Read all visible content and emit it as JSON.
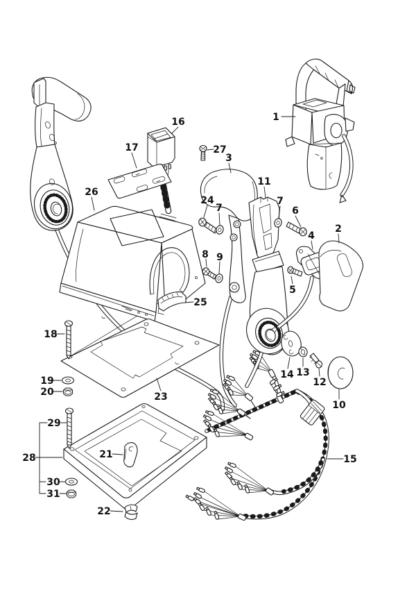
{
  "figure": {
    "kind": "exploded-parts-diagram",
    "background_color": "#ffffff",
    "line_color": "#1a1a1a",
    "label_color": "#111111"
  },
  "callouts": {
    "p1": "1",
    "p2": "2",
    "p3": "3",
    "p4": "4",
    "p5": "5",
    "p6": "6",
    "p7": "7",
    "p8": "8",
    "p9": "9",
    "p10": "10",
    "p11": "11",
    "p12": "12",
    "p13": "13",
    "p14": "14",
    "p15": "15",
    "p16": "16",
    "p17": "17",
    "p18": "18",
    "p19": "19",
    "p20": "20",
    "p21": "21",
    "p22": "22",
    "p23": "23",
    "p24": "24",
    "p25": "25",
    "p26": "26",
    "p27": "27",
    "p28": "28",
    "p29": "29",
    "p30": "30",
    "p31": "31"
  }
}
